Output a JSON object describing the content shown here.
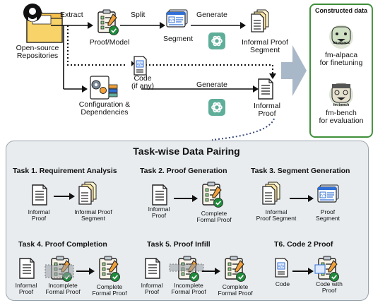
{
  "top": {
    "source_label_1": "Open-source",
    "source_label_2": "Repositories",
    "extract": "Extract",
    "split": "Split",
    "generate_1": "Generate",
    "generate_2": "Generate",
    "proof_model": "Proof/Model",
    "segment": "Segment",
    "informal_segment_1": "Informal Proof",
    "informal_segment_2": "Segment",
    "code_1": "Code",
    "code_2": "(if any)",
    "config_1": "Configuration &",
    "config_2": "Dependencies",
    "informal_proof_1": "Informal",
    "informal_proof_2": "Proof"
  },
  "constructed": {
    "title": "Constructed data",
    "alpaca_badge": "fm-alpaca",
    "alpaca_1": "fm-alpaca",
    "alpaca_2": "for finetuning",
    "bench_badge": "fm-bench",
    "bench_1": "fm-bench",
    "bench_2": "for evaluation"
  },
  "pairing": {
    "title": "Task-wise Data Pairing",
    "tasks": [
      {
        "title": "Task 1. Requirement Analysis",
        "in_1": "Informal",
        "in_2": "Proof",
        "out_1": "Informal Proof",
        "out_2": "Segment"
      },
      {
        "title": "Task 2. Proof Generation",
        "in_1": "Informal",
        "in_2": "Proof",
        "out_1": "Complete",
        "out_2": "Formal Proof"
      },
      {
        "title": "Task 3. Segment Generation",
        "in_1": "Informal",
        "in_2": "Proof Segment",
        "out_1": "Proof",
        "out_2": "Segment"
      },
      {
        "title": "Task 4. Proof Completion",
        "a_1": "Informal",
        "a_2": "Proof",
        "b_1": "Incomplete",
        "b_2": "Formal Proof",
        "out_1": "Complete",
        "out_2": "Formal Proof"
      },
      {
        "title": "Task 5. Proof Infill",
        "a_1": "Informal",
        "a_2": "Proof",
        "b_1": "Incomplete",
        "b_2": "Formal Proof",
        "out_1": "Complete",
        "out_2": "Formal Proof"
      },
      {
        "title": "T6. Code 2 Proof",
        "in_1": "Code",
        "out_1": "Code with",
        "out_2": "Proof"
      }
    ]
  },
  "colors": {
    "green": "#3f8f3a",
    "blue": "#2f6fd6",
    "gpt": "#5fae9a",
    "panel": "#e8ecef",
    "arrow": "#a9b8c8"
  }
}
